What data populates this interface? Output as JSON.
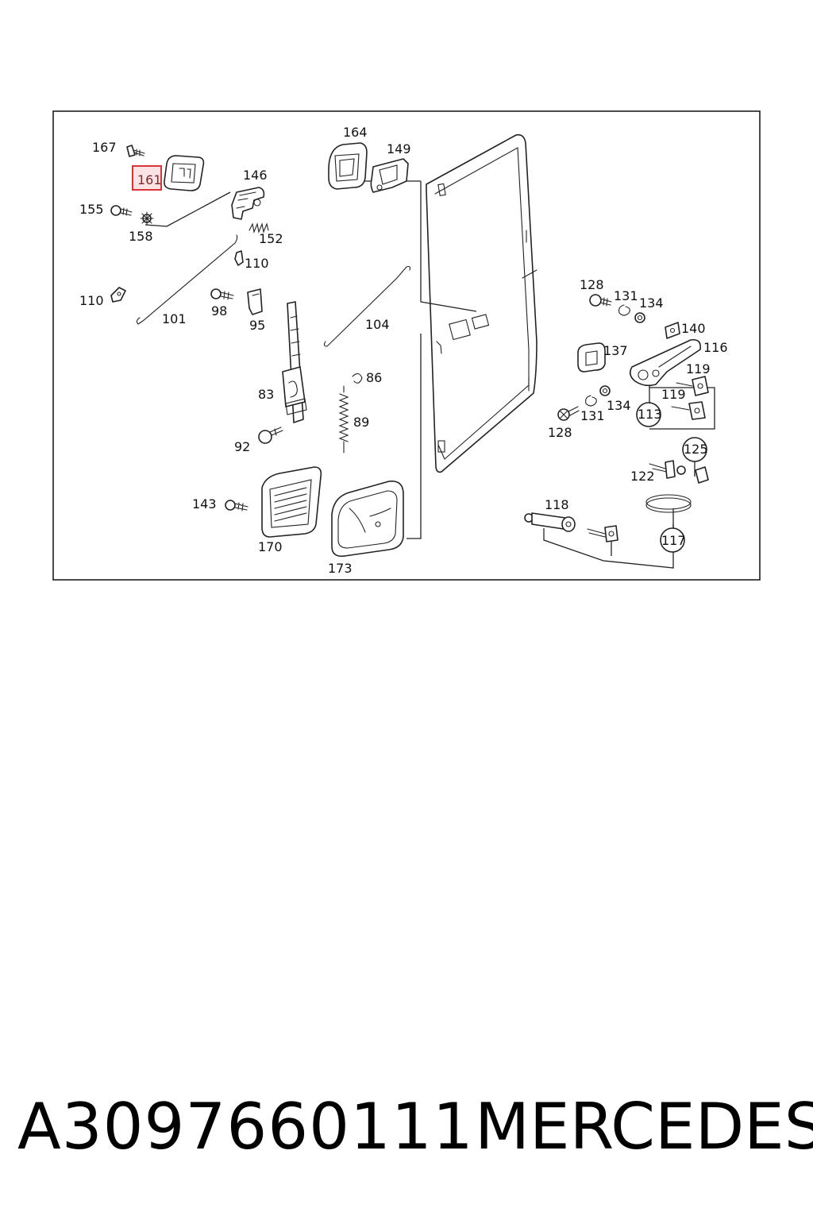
{
  "highlighted_callout": "161",
  "highlight_color": "#d9343a",
  "callouts": {
    "c167": "167",
    "c161": "161",
    "c155": "155",
    "c158": "158",
    "c146": "146",
    "c152": "152",
    "c110a": "110",
    "c110b": "110",
    "c101": "101",
    "c98": "98",
    "c95": "95",
    "c164": "164",
    "c149": "149",
    "c104": "104",
    "c86": "86",
    "c89": "89",
    "c83": "83",
    "c92": "92",
    "c143": "143",
    "c170": "170",
    "c173": "173",
    "c128a": "128",
    "c131a": "131",
    "c134a": "134",
    "c140": "140",
    "c137": "137",
    "c116": "116",
    "c119a": "119",
    "c119b": "119",
    "c113": "113",
    "c134b": "134",
    "c131b": "131",
    "c128b": "128",
    "c125": "125",
    "c122": "122",
    "c118": "118",
    "c117": "117"
  },
  "footer": {
    "part_number": "A3097660111",
    "brand": "MERCEDES"
  }
}
